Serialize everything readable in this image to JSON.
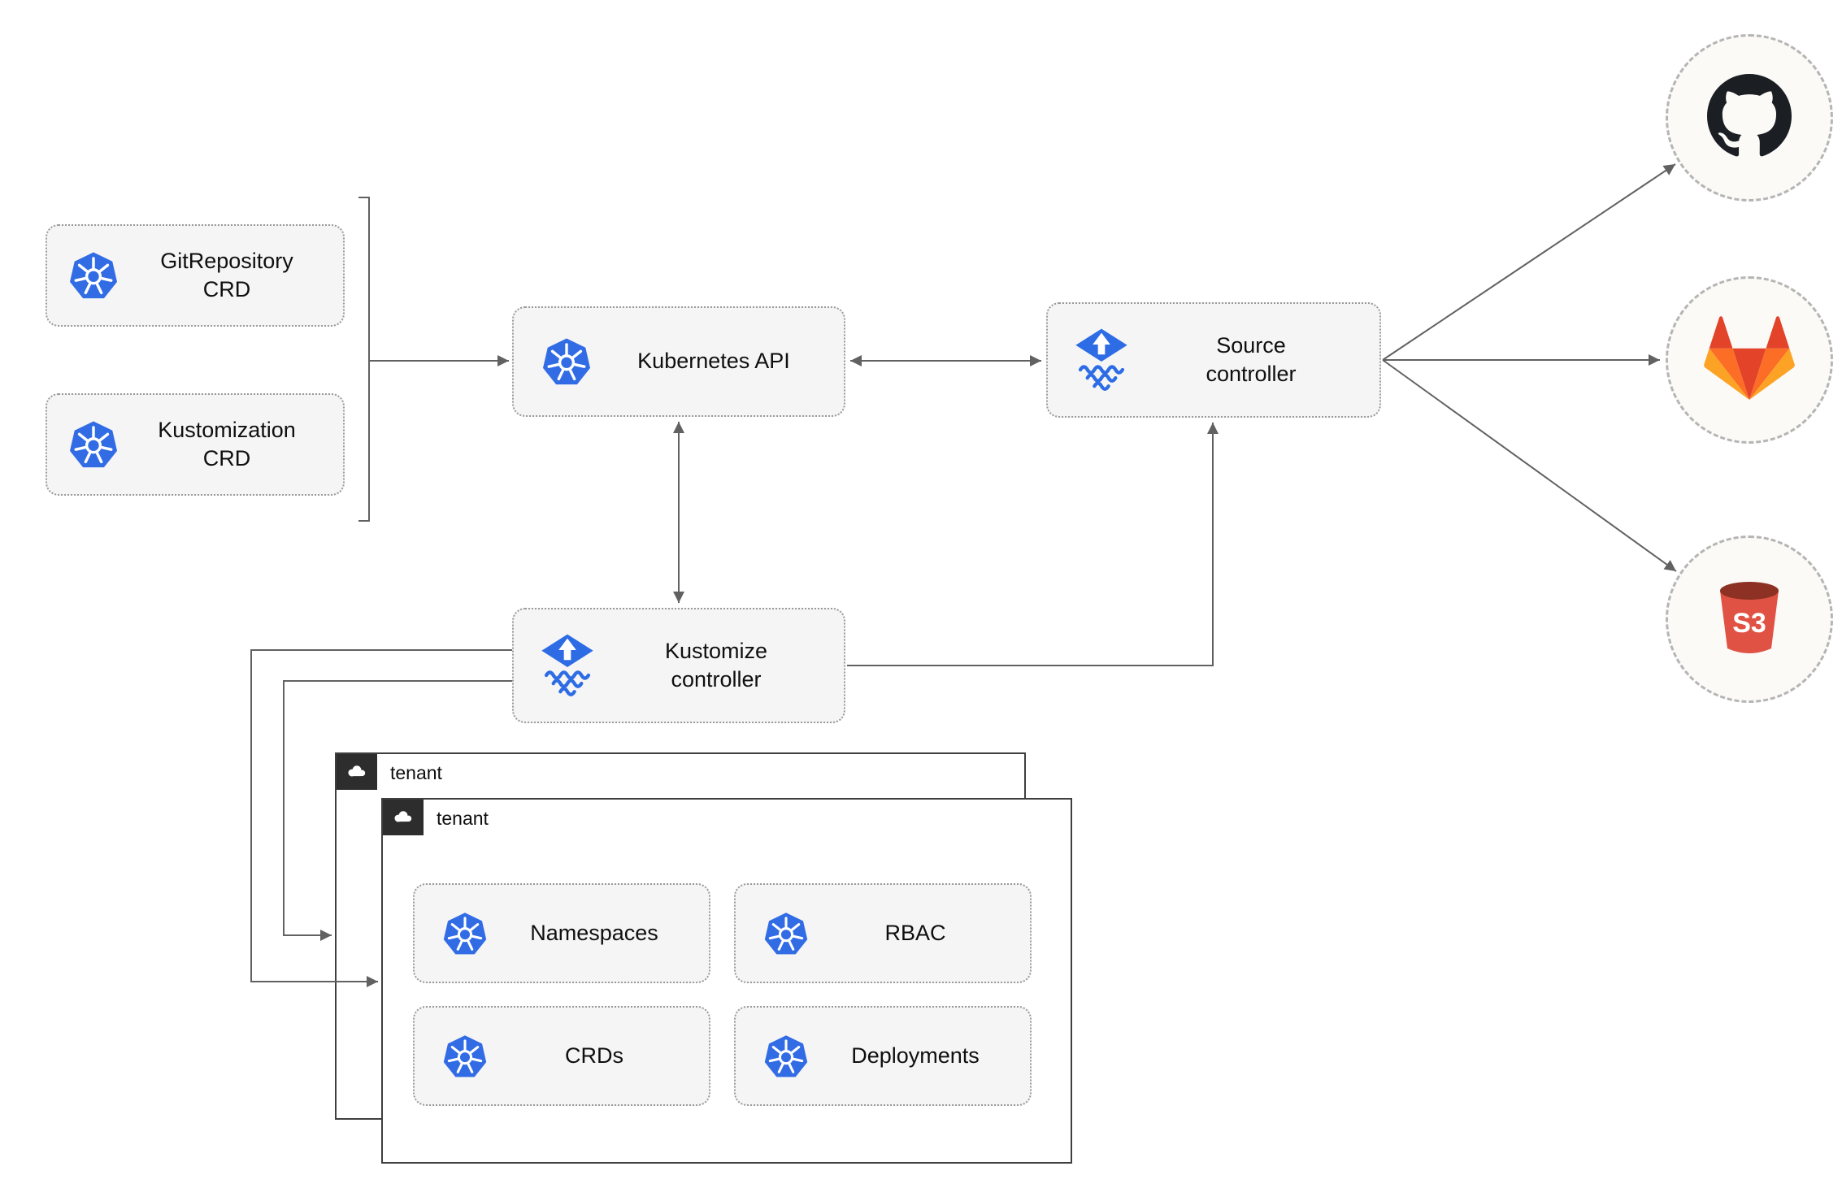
{
  "nodes": {
    "gitrepository_crd": {
      "label": "GitRepository CRD",
      "icon": "kubernetes-icon"
    },
    "kustomization_crd": {
      "label": "Kustomization CRD",
      "icon": "kubernetes-icon"
    },
    "kubernetes_api": {
      "label": "Kubernetes API",
      "icon": "kubernetes-icon"
    },
    "source_controller": {
      "label": "Source controller",
      "icon": "flux-icon"
    },
    "kustomize_controller": {
      "label": "Kustomize controller",
      "icon": "flux-icon"
    }
  },
  "tenants": {
    "back": {
      "label": "tenant",
      "icon": "cloud-icon"
    },
    "front": {
      "label": "tenant",
      "icon": "cloud-icon",
      "resources": {
        "namespaces": {
          "label": "Namespaces",
          "icon": "kubernetes-icon"
        },
        "rbac": {
          "label": "RBAC",
          "icon": "kubernetes-icon"
        },
        "crds": {
          "label": "CRDs",
          "icon": "kubernetes-icon"
        },
        "deployments": {
          "label": "Deployments",
          "icon": "kubernetes-icon"
        }
      }
    }
  },
  "externals": {
    "github": {
      "icon": "github-icon"
    },
    "gitlab": {
      "icon": "gitlab-icon"
    },
    "s3": {
      "icon": "s3-bucket-icon",
      "label": "S3"
    }
  },
  "colors": {
    "kubernetes_blue": "#326CE5",
    "flux_blue": "#2d6ce4",
    "github_dark": "#1b1f23",
    "gitlab_red": "#e24329",
    "gitlab_orange": "#fc6d26",
    "gitlab_yellow": "#fca326",
    "s3_red": "#e05243",
    "s3_rim_dark": "#8c3123",
    "node_fill": "#f5f5f5",
    "connector_gray": "#616161",
    "tenant_tab_dark": "#2d2d2d"
  }
}
